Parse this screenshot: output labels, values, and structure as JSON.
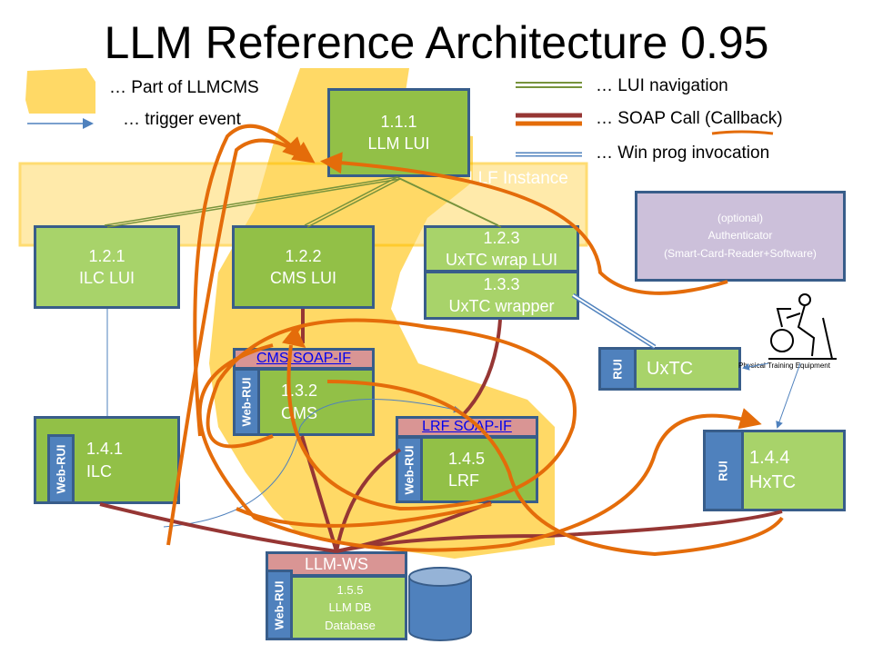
{
  "title": "LLM Reference Architecture 0.95",
  "legend": {
    "llmcms": "… Part of LLMCMS",
    "trigger": "… trigger event",
    "lui_nav": "… LUI navigation",
    "soap": "… SOAP Call (",
    "callback": "Callback",
    "soap_end": ")",
    "winprog": "… Win prog invocation"
  },
  "llf_instance": "LLF Instance",
  "boxes": {
    "llm_lui": {
      "id": "1.1.1",
      "name": "LLM LUI"
    },
    "ilc_lui": {
      "id": "1.2.1",
      "name": "ILC LUI"
    },
    "cms_lui": {
      "id": "1.2.2",
      "name": "CMS LUI"
    },
    "uxtc_wrap_lui": {
      "id": "1.2.3",
      "name": "UxTC wrap LUI"
    },
    "uxtc_wrapper": {
      "id": "1.3.3",
      "name": "UxTC  wrapper"
    },
    "authenticator": {
      "l1": "(optional)",
      "l2": "Authenticator",
      "l3": "(Smart-Card-Reader+Software)"
    },
    "uxtc": {
      "strip": "RUI",
      "name": "UxTC"
    },
    "cms": {
      "soap": "CMS SOAP-IF",
      "strip": "Web-RUI",
      "id": "1.3.2",
      "name": "CMS"
    },
    "lrf": {
      "soap": "LRF SOAP-IF",
      "strip": "Web-RUI",
      "id": "1.4.5",
      "name": "LRF"
    },
    "ilc": {
      "strip": "Web-RUI",
      "id": "1.4.1",
      "name": "ILC"
    },
    "hxtc": {
      "strip": "RUI",
      "id": "1.4.4",
      "name": "HxTC"
    },
    "llm_db": {
      "ws": "LLM-WS",
      "strip": "Web-RUI",
      "id": "1.5.5",
      "name": "LLM DB",
      "sub": "Database"
    }
  },
  "equipment_label": "Physical Training Equipment",
  "colors": {
    "box": "#92c047",
    "border": "#385d8a",
    "llmcms": "#ffc000",
    "soap": "#963634",
    "callback": "#e46c0a",
    "lui_nav": "#77933c",
    "winprog": "#4f81bd",
    "soap_if": "#d99594",
    "auth": "#ccc0da"
  }
}
